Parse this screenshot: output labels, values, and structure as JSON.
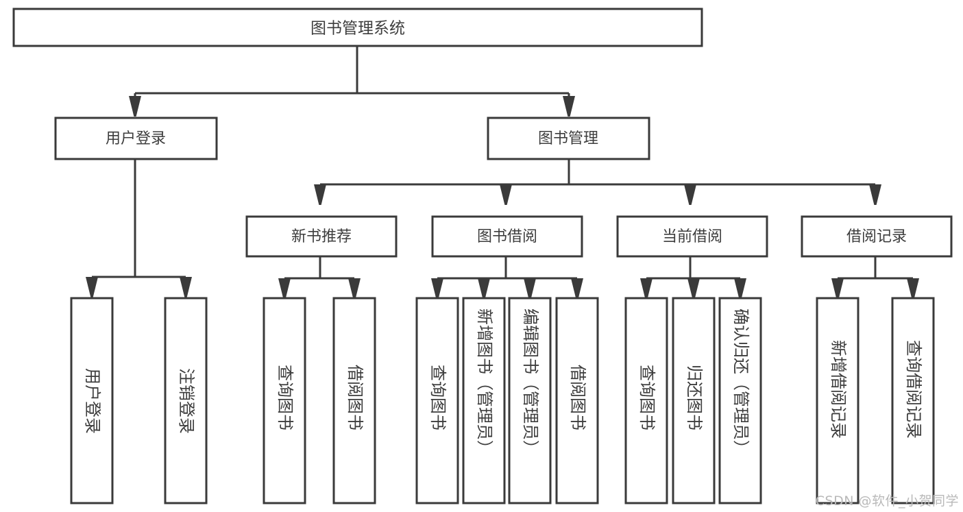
{
  "diagram": {
    "type": "tree-hierarchy",
    "title": "图书管理系统",
    "orientation": "top-down",
    "colors": {
      "stroke": "#3a3a3a",
      "fill": "#ffffff",
      "text": "#3d3d3d",
      "watermark": "#b9b9b9",
      "background": "#ffffff"
    },
    "levels": [
      {
        "level": 1,
        "nodes": [
          {
            "id": "root",
            "label": "图书管理系统",
            "orientation": "horizontal"
          }
        ]
      },
      {
        "level": 2,
        "nodes": [
          {
            "id": "user-login",
            "label": "用户登录",
            "orientation": "horizontal",
            "parent": "root"
          },
          {
            "id": "book-manage",
            "label": "图书管理",
            "orientation": "horizontal",
            "parent": "root"
          }
        ]
      },
      {
        "level": 3,
        "nodes": [
          {
            "id": "new-book-recommend",
            "label": "新书推荐",
            "orientation": "horizontal",
            "parent": "book-manage"
          },
          {
            "id": "book-borrow",
            "label": "图书借阅",
            "orientation": "horizontal",
            "parent": "book-manage"
          },
          {
            "id": "current-borrow",
            "label": "当前借阅",
            "orientation": "horizontal",
            "parent": "book-manage"
          },
          {
            "id": "borrow-record",
            "label": "借阅记录",
            "orientation": "horizontal",
            "parent": "book-manage"
          }
        ]
      },
      {
        "level": 4,
        "nodes": [
          {
            "id": "leaf-user-login",
            "label": "用户登录",
            "orientation": "vertical",
            "parent": "user-login"
          },
          {
            "id": "leaf-user-logout",
            "label": "注销登录",
            "orientation": "vertical",
            "parent": "user-login"
          },
          {
            "id": "leaf-query-book-1",
            "label": "查询图书",
            "orientation": "vertical",
            "parent": "new-book-recommend"
          },
          {
            "id": "leaf-borrow-book-1",
            "label": "借阅图书",
            "orientation": "vertical",
            "parent": "new-book-recommend"
          },
          {
            "id": "leaf-query-book-2",
            "label": "查询图书",
            "orientation": "vertical",
            "parent": "book-borrow"
          },
          {
            "id": "leaf-add-book",
            "label": "新增图书（管理员）",
            "orientation": "vertical",
            "parent": "book-borrow"
          },
          {
            "id": "leaf-edit-book",
            "label": "编辑图书（管理员）",
            "orientation": "vertical",
            "parent": "book-borrow"
          },
          {
            "id": "leaf-borrow-book-2",
            "label": "借阅图书",
            "orientation": "vertical",
            "parent": "book-borrow"
          },
          {
            "id": "leaf-query-book-3",
            "label": "查询图书",
            "orientation": "vertical",
            "parent": "current-borrow"
          },
          {
            "id": "leaf-return-book",
            "label": "归还图书",
            "orientation": "vertical",
            "parent": "current-borrow"
          },
          {
            "id": "leaf-confirm-return",
            "label": "确认归还（管理员）",
            "orientation": "vertical",
            "parent": "current-borrow"
          },
          {
            "id": "leaf-add-record",
            "label": "新增借阅记录",
            "orientation": "vertical",
            "parent": "borrow-record"
          },
          {
            "id": "leaf-query-record",
            "label": "查询借阅记录",
            "orientation": "vertical",
            "parent": "borrow-record"
          }
        ]
      }
    ]
  },
  "watermark": {
    "text": "CSDN @软件_小贺同学"
  }
}
